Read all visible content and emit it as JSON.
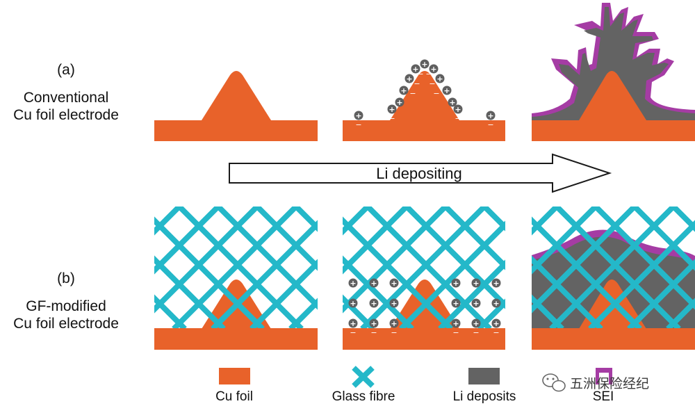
{
  "figure": {
    "row_a": {
      "tag": "(a)",
      "line1": "Conventional",
      "line2": "Cu foil electrode"
    },
    "row_b": {
      "tag": "(b)",
      "line1": "GF-modified",
      "line2": "Cu foil electrode"
    },
    "arrow_label": "Li depositing",
    "legend": [
      {
        "name": "cu-foil",
        "label": "Cu foil",
        "color": "#e8622a"
      },
      {
        "name": "glass-fibre",
        "label": "Glass fibre",
        "color": "#24b8c9"
      },
      {
        "name": "li-deposits",
        "label": "Li deposits",
        "color": "#636363"
      },
      {
        "name": "sei",
        "label": "SEI",
        "color": "#a53ca4"
      }
    ],
    "ion_symbol": "+",
    "electron_symbol": "−",
    "watermark": "五洲保险经纪",
    "colors": {
      "cu": "#e8622a",
      "gf": "#24b8c9",
      "li": "#636363",
      "sei": "#a53ca4",
      "ion": "#5f5f5f"
    }
  }
}
